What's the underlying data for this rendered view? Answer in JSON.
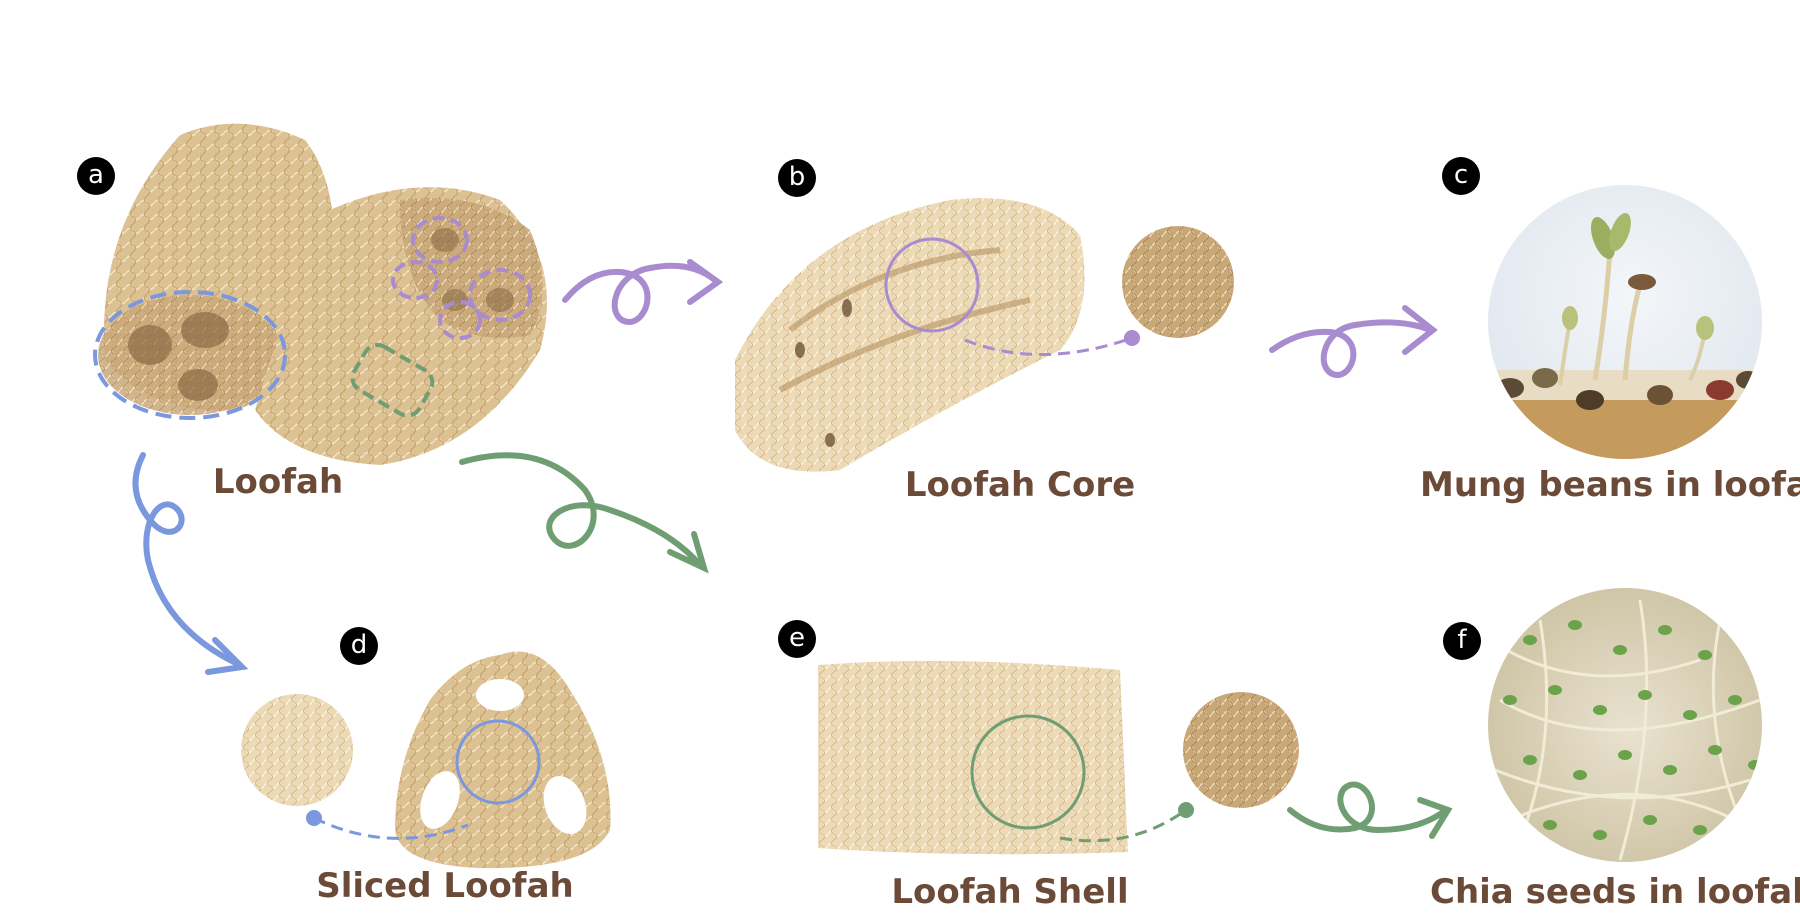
{
  "panels": {
    "a": {
      "badge": "a",
      "label": "Loofah"
    },
    "b": {
      "badge": "b",
      "label": "Loofah Core"
    },
    "c": {
      "badge": "c",
      "label": "Mung beans in loofah"
    },
    "d": {
      "badge": "d",
      "label": "Sliced Loofah"
    },
    "e": {
      "badge": "e",
      "label": "Loofah Shell"
    },
    "f": {
      "badge": "f",
      "label": "Chia seeds in loofah"
    }
  },
  "colors": {
    "core": "#a98bd0",
    "slice": "#7b97dd",
    "shell": "#6f9e72",
    "label": "#6b4a38",
    "fiber_light": "#e7d2ab",
    "fiber_mid": "#d6b986",
    "fiber_dark": "#b89562"
  }
}
